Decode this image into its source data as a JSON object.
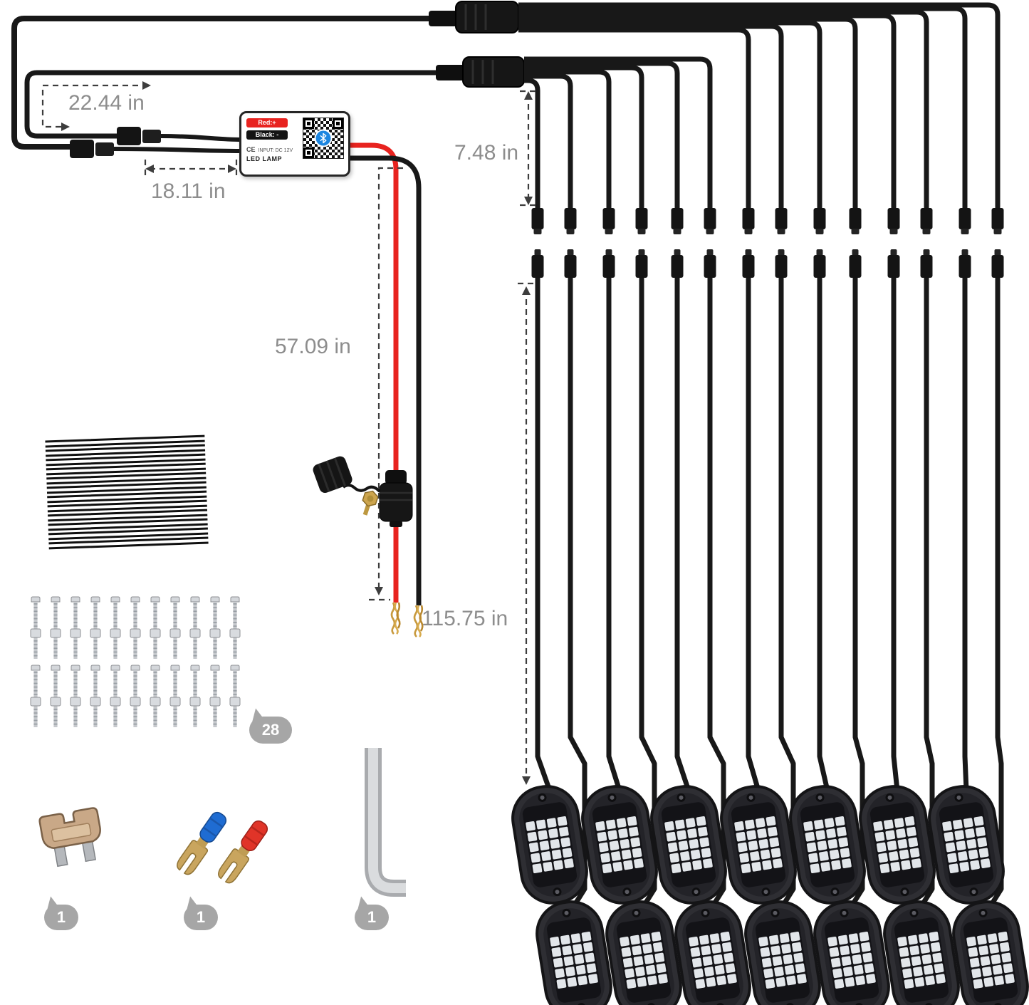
{
  "measurements": {
    "loop": "22.44 in",
    "pigtail": "18.11 in",
    "drop": "7.48 in",
    "power_lead": "57.09 in",
    "extension": "115.75 in"
  },
  "controller": {
    "red_label": "Red:+",
    "black_label": "Black: -",
    "ce_mark": "CE",
    "input_label": "INPUT: DC 12V",
    "lamp_label": "LED LAMP"
  },
  "counts": {
    "screws": "28",
    "fuse": "1",
    "terminals": "1",
    "hex_key": "1"
  },
  "icons": {
    "bluetooth": "bluetooth-icon",
    "qr": "qr-code"
  },
  "colors": {
    "wire_black": "#181818",
    "wire_red": "#e8231f",
    "label_gray": "#8d8d8d",
    "badge_gray": "#a6a6a6",
    "terminal_blue": "#1f6cd2",
    "terminal_red": "#e03428",
    "fuse_body_tan": "#c9a887",
    "bluetooth_blue": "#1d86e0"
  }
}
